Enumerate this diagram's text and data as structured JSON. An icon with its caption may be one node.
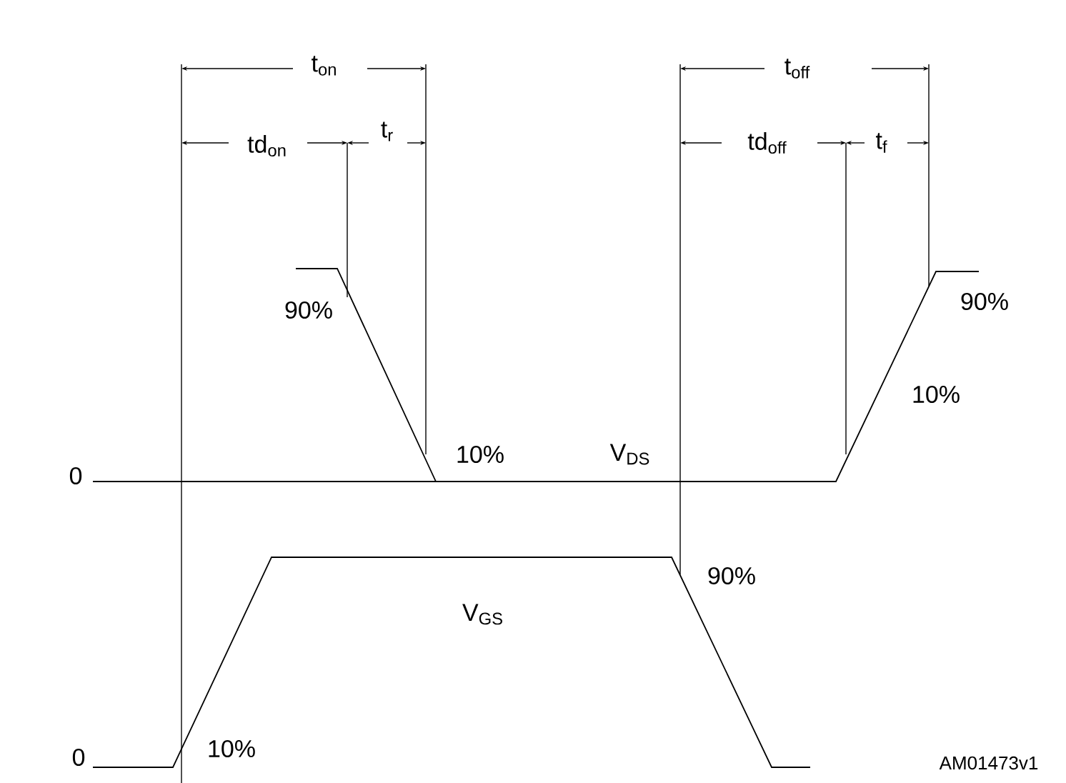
{
  "diagram": {
    "labels": [
      "t$_{on}$",
      "t$_{off}$",
      "td$_{on}$",
      "t$_{r}$",
      "td$_{off}$",
      "t$_{f}$",
      "90%",
      "90%",
      "10%",
      "10%",
      "V$_{DS}$",
      "0",
      "90%",
      "V$_{GS}$",
      "0",
      "10%",
      "AM01473v1"
    ]
  }
}
